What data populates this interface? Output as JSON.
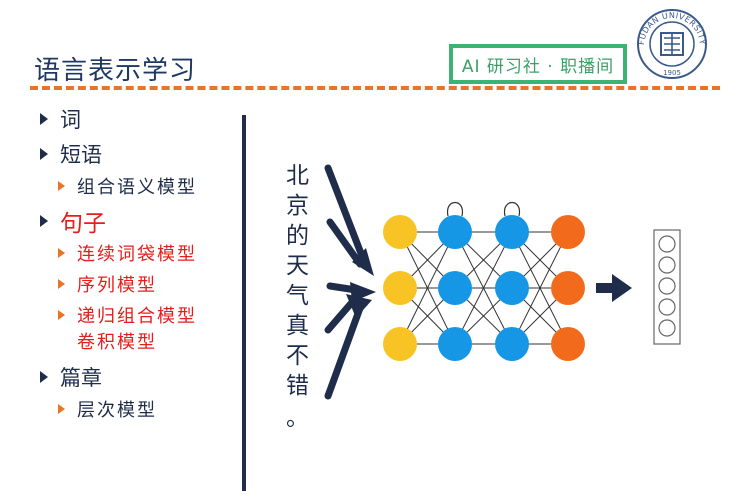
{
  "slide": {
    "title": "语言表示学习",
    "badge": "AI 研习社 · 职播间",
    "logo": {
      "text": "FUDAN UNIVERSITY",
      "year": "1905"
    }
  },
  "outline": [
    {
      "label": "词",
      "level": 1,
      "highlight": false
    },
    {
      "label": "短语",
      "level": 1,
      "highlight": false
    },
    {
      "label": "组合语义模型",
      "level": 2,
      "highlight": false
    },
    {
      "label": "句子",
      "level": 1,
      "highlight": true
    },
    {
      "label": "连续词袋模型",
      "level": 2,
      "highlight": true
    },
    {
      "label": "序列模型",
      "level": 2,
      "highlight": true
    },
    {
      "label": "递归组合模型",
      "level": 2,
      "highlight": true
    },
    {
      "label": "卷积模型",
      "level": 2,
      "highlight": true
    },
    {
      "label": "篇章",
      "level": 1,
      "highlight": false
    },
    {
      "label": "层次模型",
      "level": 2,
      "highlight": false
    }
  ],
  "sentence_chars": [
    "北",
    "京",
    "的",
    "天",
    "气",
    "真",
    "不",
    "错",
    "。"
  ],
  "colors": {
    "accent_orange": "#e8742a",
    "navy": "#1f2d4a",
    "green": "#3cb371",
    "red": "#e81c1c",
    "yellow_node": "#f7c325",
    "blue_node": "#1597e5",
    "orange_node": "#f26b1d"
  }
}
